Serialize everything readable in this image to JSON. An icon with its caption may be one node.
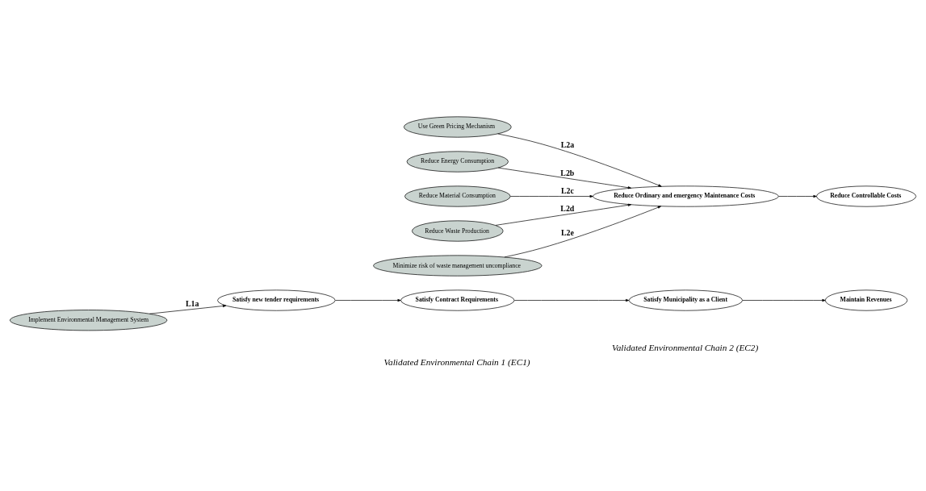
{
  "diagram": {
    "nodes": [
      {
        "text": [
          "Implement Environmental Management System"
        ]
      },
      {
        "text": [
          "Satisfy new tender requirements"
        ]
      },
      {
        "text": [
          "Satisfy Contract Requirements"
        ]
      },
      {
        "text": [
          "Satisfy Municipality as a Client"
        ]
      },
      {
        "text": [
          "Maintain Revenues"
        ]
      },
      {
        "text": [
          "Use Green Pricing Mechanism"
        ]
      },
      {
        "text": [
          "Reduce Energy Consumption"
        ]
      },
      {
        "text": [
          "Reduce Material Consumption"
        ]
      },
      {
        "text": [
          "Reduce Waste Production"
        ]
      },
      {
        "text": [
          "Minimize risk of waste management uncompliance"
        ]
      },
      {
        "text": [
          "Reduce Ordinary and emergency Maintenance Costs"
        ]
      },
      {
        "text": [
          "Reduce Controllable Costs"
        ]
      }
    ],
    "edges": [
      {
        "from": 0,
        "to": 1,
        "arrow": "to",
        "label": "L1a"
      },
      {
        "from": 1,
        "to": 2,
        "arrow": "to"
      },
      {
        "from": 2,
        "to": 3,
        "arrow": "to"
      },
      {
        "from": 3,
        "to": 4,
        "arrow": "to"
      },
      {
        "from": 5,
        "to": 10,
        "arrow": "to",
        "label": "L2a"
      },
      {
        "from": 6,
        "to": 10,
        "arrow": "to",
        "label": "L2b"
      },
      {
        "from": 7,
        "to": 10,
        "arrow": "to",
        "label": "L2c"
      },
      {
        "from": 8,
        "to": 10,
        "arrow": "to",
        "label": "L2d"
      },
      {
        "from": 9,
        "to": 10,
        "arrow": "to",
        "label": "L2e"
      },
      {
        "from": 10,
        "to": 11,
        "arrow": "to"
      }
    ],
    "labels": [
      "Validated Environmental Chain 1 (EC1)",
      "Validated Environmental Chain 2 (EC2)"
    ]
  }
}
